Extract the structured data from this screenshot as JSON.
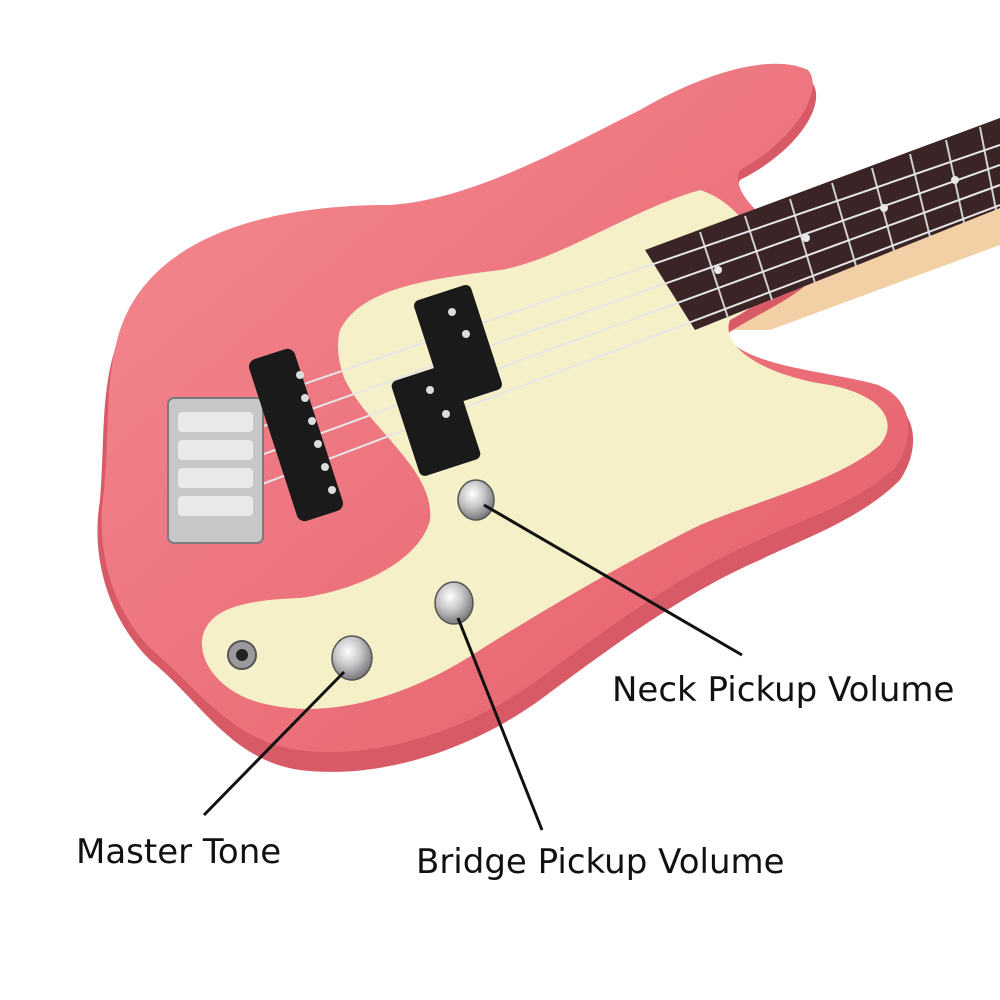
{
  "labels": {
    "neck_pickup_volume": "Neck Pickup Volume",
    "master_tone": "Master Tone",
    "bridge_pickup_volume": "Bridge Pickup Volume"
  },
  "colors": {
    "body": "#f0707a",
    "body_edge": "#d85a66",
    "pickguard": "#f6f0c8",
    "fretboard": "#3a2426",
    "neck_wood": "#f3cfa6",
    "pickup": "#1a1a1a",
    "chrome": "#d9d9dc",
    "callout_line": "#111111"
  },
  "icons": {
    "knob": "chrome-knob-icon",
    "jack": "output-jack-icon",
    "bridge": "bass-bridge-icon"
  }
}
